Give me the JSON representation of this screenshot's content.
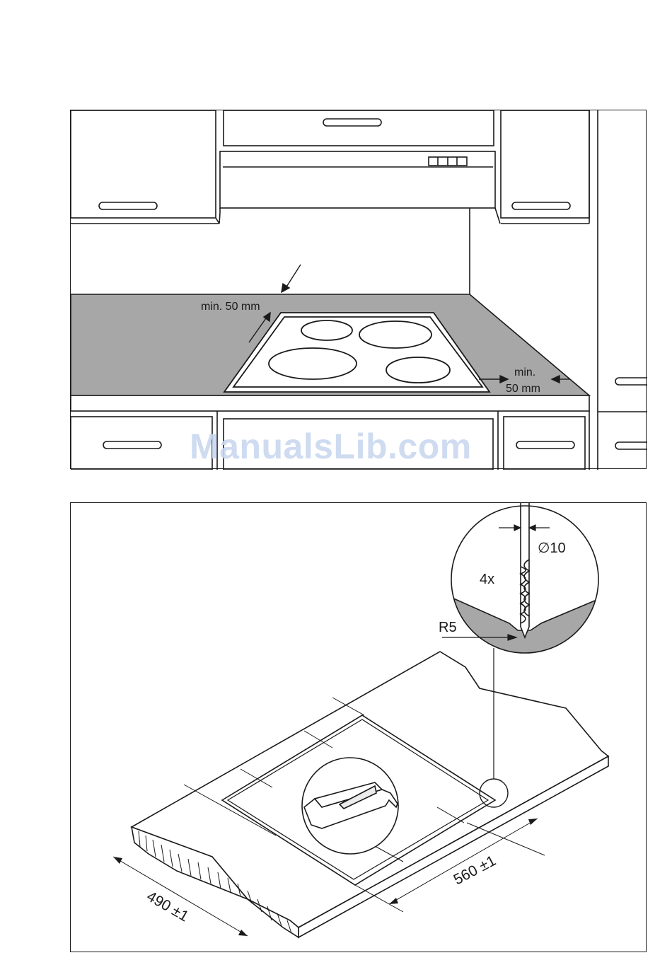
{
  "figure_top": {
    "rear_clearance_label": "min. 50 mm",
    "side_clearance_label_line1": "min.",
    "side_clearance_label_line2": "50 mm"
  },
  "figure_bottom": {
    "detail_quantity": "4x",
    "detail_diameter": "∅10",
    "detail_radius": "R5",
    "cutout_width_label": "560 ±1",
    "cutout_depth_label": "490 ±1"
  },
  "watermark": {
    "text": "ManualsLib.com"
  },
  "colors": {
    "countertop": "#a7a7a7",
    "line": "#1a1a1a",
    "watermark": "#c9d8ef"
  }
}
